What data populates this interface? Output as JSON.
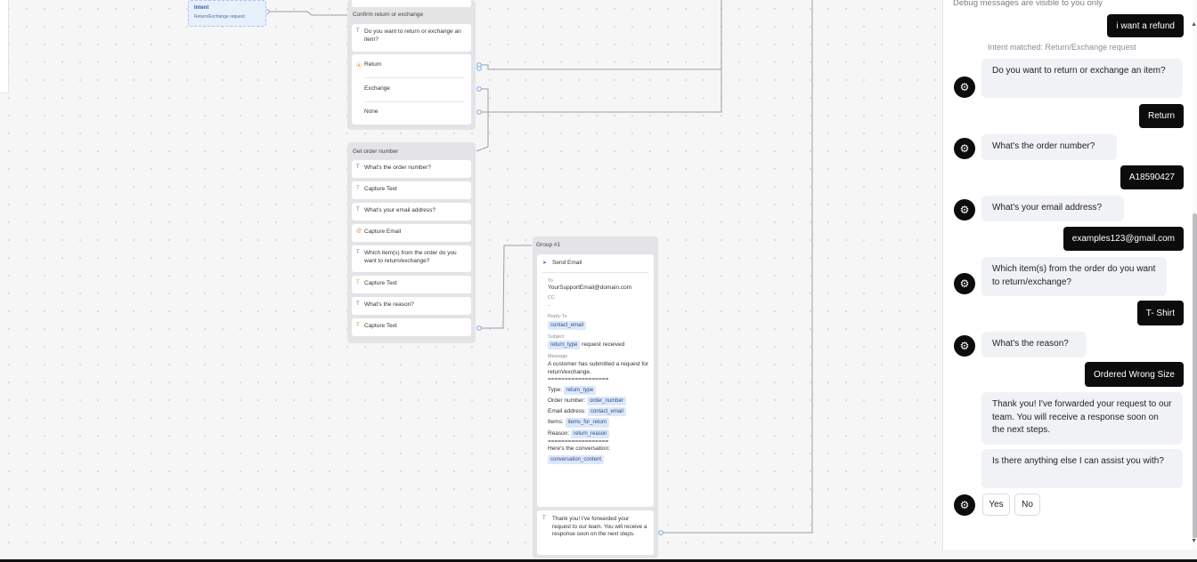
{
  "intent_node": {
    "title": "Intent",
    "subtitle": "Return/Exchange request"
  },
  "confirm_block": {
    "title": "Confirm return or exchange",
    "question": "Do you want to return or exchange an item?",
    "options": [
      "Return",
      "Exchange",
      "None"
    ]
  },
  "order_block": {
    "title": "Get order number",
    "steps": [
      {
        "icon": "T",
        "label": "What's the order number?"
      },
      {
        "icon": "T",
        "label": "Capture Text"
      },
      {
        "icon": "T",
        "label": "What's your email address?"
      },
      {
        "icon": "@",
        "label": "Capture Email"
      },
      {
        "icon": "T",
        "label": "Which item(s) from the order do you want to return/exchange?"
      },
      {
        "icon": "T",
        "label": "Capture Text"
      },
      {
        "icon": "T",
        "label": "What's the reason?"
      },
      {
        "icon": "T",
        "label": "Capture Text"
      }
    ]
  },
  "group_block": {
    "title": "Group #1",
    "send_email": {
      "label": "Send Email",
      "to_label": "To",
      "to_value": "YourSupportEmail@domain.com",
      "cc_label": "CC",
      "cc_value": "-",
      "reply_label": "Reply-To",
      "reply_chip": "contact_email",
      "subject_label": "Subject",
      "subject_chip": "return_type",
      "subject_text": "request received",
      "message_label": "Message",
      "message_intro": "A customer has submitted a request for return/exchange.",
      "separator": "==================",
      "type_label": "Type:",
      "type_chip": "return_type",
      "order_label": "Order number:",
      "order_chip": "order_number",
      "email_label": "Email address:",
      "email_chip": "contact_email",
      "items_label": "Items:",
      "items_chip": "items_for_return",
      "reason_label": "Reason:",
      "reason_chip": "return_reason",
      "conv_label": "Here's the conversation:",
      "conv_chip": "conversation_content"
    },
    "thank_you": "Thank you! I've forwarded your request to our team. You will receive a response soon on the next steps."
  },
  "chat": {
    "debug_note": "Debug messages are visible to you only",
    "intent_matched": "Intent matched: Return/Exchange request",
    "messages": {
      "u1": "i want a refund",
      "b1": "Do you want to return or exchange an item?",
      "u2": "Return",
      "b2": "What's the order number?",
      "u3": "A18590427",
      "b3": "What's your email address?",
      "u4": "examples123@gmail.com",
      "b4": "Which item(s) from the order do you want to return/exchange?",
      "u5": "T- Shirt",
      "b5": "What's the reason?",
      "u6": "Ordered Wrong Size",
      "b6": "Thank you! I've forwarded your request to our team. You will receive a response soon on the next steps.",
      "b7": "Is there anything else I can assist you with?"
    },
    "quick_replies": [
      "Yes",
      "No"
    ],
    "avatar_icon": "bot-avatar-icon"
  }
}
